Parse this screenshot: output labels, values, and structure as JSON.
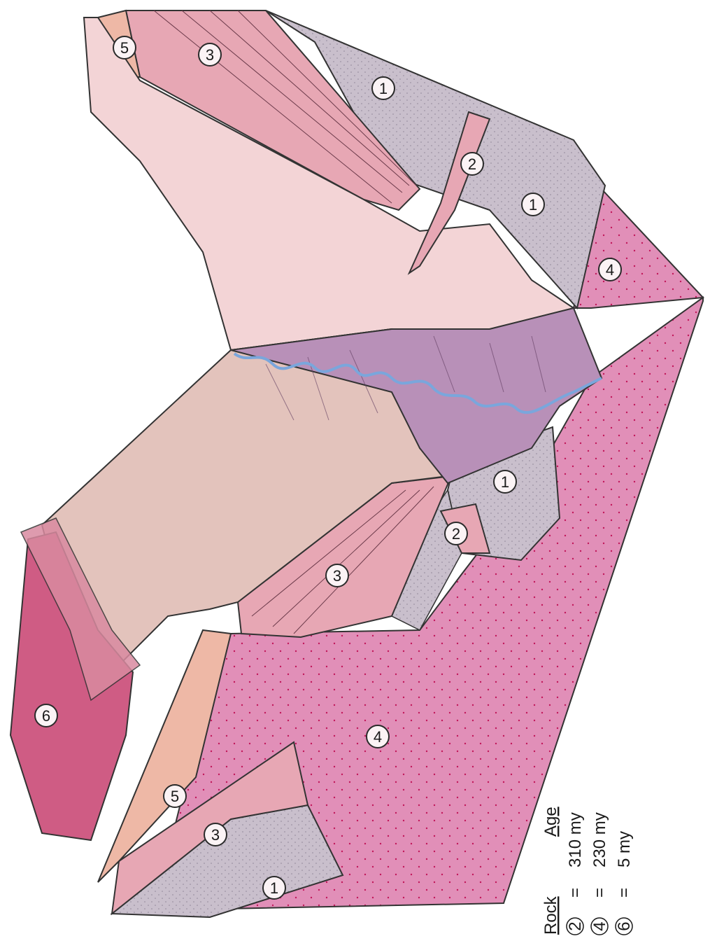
{
  "diagram": {
    "unit_labels": {
      "r5_top_right": "5",
      "r3_top_right": "3",
      "r1_top_right": "1",
      "r2_right": "2",
      "r1_right_lower": "1",
      "r4_right_corner": "4",
      "r1_center_left": "1",
      "r2_center_left": "2",
      "r3_center_left": "3",
      "r4_front": "4",
      "r6_top_left": "6",
      "r5_left": "5",
      "r3_left": "3",
      "r1_left": "1"
    },
    "legend": {
      "col_rock": "Rock",
      "col_age": "Age",
      "rows": [
        {
          "rock": "2",
          "sep": "=",
          "age": "310 my"
        },
        {
          "rock": "4",
          "sep": "=",
          "age": "230 my"
        },
        {
          "rock": "6",
          "sep": "=",
          "age": "5 my"
        }
      ]
    },
    "colors": {
      "granite_pink": "#e18fb8",
      "schist_gray": "#c9bfcc",
      "strata_pink": "#e7a7b4",
      "cap_salmon": "#eeb8a6",
      "slope_light": "#f3d4d6",
      "canyon_mauve": "#b890b8",
      "river_blue": "#7aa6dc",
      "lava_red": "#cf5c84"
    }
  }
}
